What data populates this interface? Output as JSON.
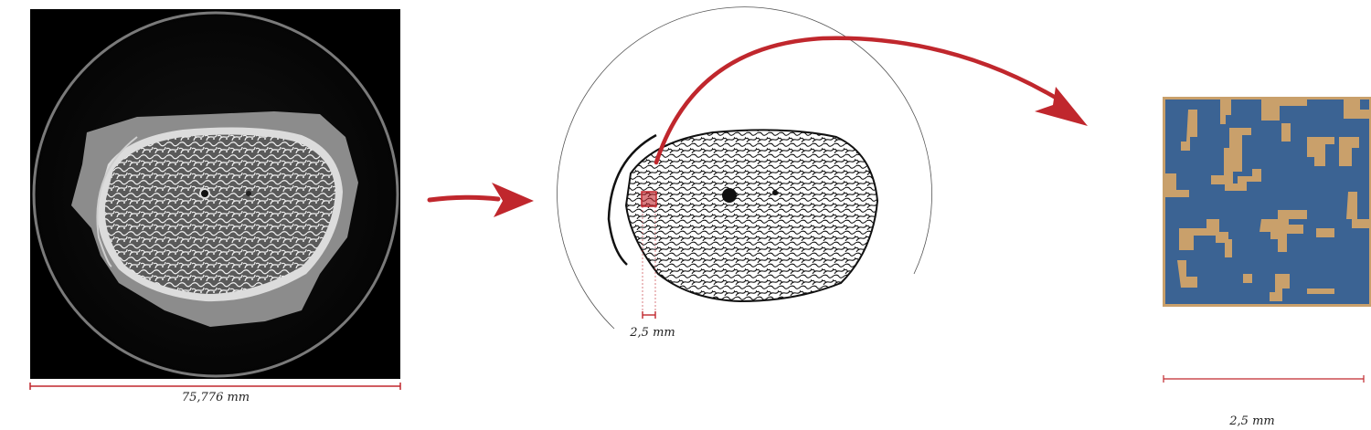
{
  "scales": {
    "ct_width": "75,776 mm",
    "roi_size": "2,5 mm",
    "patch_size": "2,5 mm"
  },
  "colors": {
    "arrow": "#c0272d",
    "scalebar": "#c0272d",
    "pore": "#3b6393",
    "bone": "#c9a06b",
    "ct_background": "#000000"
  },
  "icons": {
    "flow_arrow_1": "arrow-right-icon",
    "flow_arrow_2": "curved-arrow-icon"
  }
}
